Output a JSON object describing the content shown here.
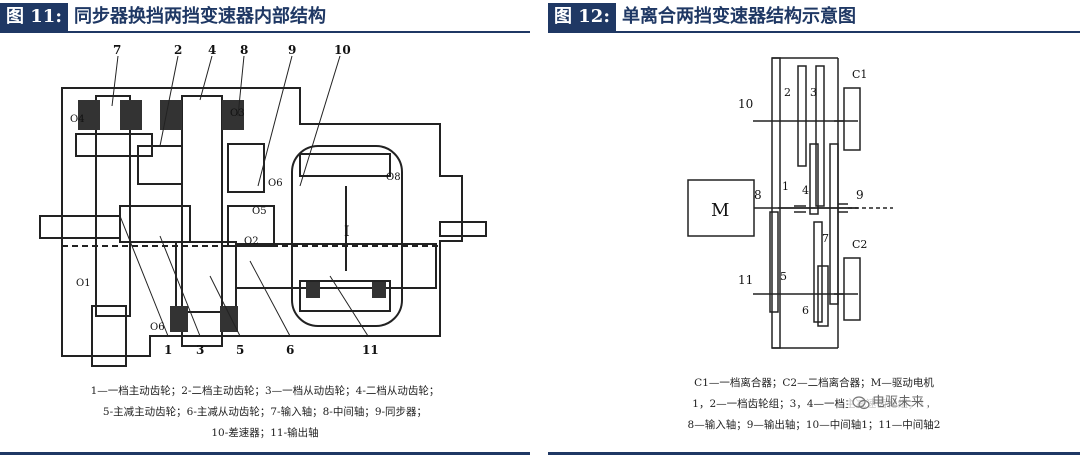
{
  "left_figure": {
    "tag": "图 11:",
    "title": "同步器换挡两挡变速器内部结构",
    "callouts": {
      "top": [
        "7",
        "2",
        "4",
        "8",
        "9",
        "10"
      ],
      "bottom": [
        "1",
        "3",
        "5",
        "6",
        "11"
      ],
      "bearings": [
        "O4",
        "O3",
        "O6",
        "O5",
        "O2",
        "O1",
        "O6",
        "O8"
      ],
      "center": "I"
    },
    "caption": [
      "1—一档主动齿轮；2-二档主动齿轮；3—一档从动齿轮；4-二档从动齿轮；",
      "5-主减主动齿轮；6-主减从动齿轮；7-输入轴；8-中间轴；9-同步器；",
      "10-差速器；11-输出轴"
    ]
  },
  "right_figure": {
    "tag": "图 12:",
    "title": "单离合两挡变速器结构示意图",
    "motor_label": "M",
    "numbers": [
      "10",
      "11",
      "8",
      "9",
      "1",
      "2",
      "3",
      "4",
      "5",
      "6",
      "7"
    ],
    "clutches": [
      "C1",
      "C2"
    ],
    "caption": [
      "C1—一档离合器；C2—二档离合器；M—驱动电机",
      "1，2—一档齿轮组；3，4—一档主减速齿轮组；1，",
      "8—输入轴；9—输出轴；10—中间轴1；11—中间轴2"
    ],
    "watermark_text": "电驱未来"
  },
  "colors": {
    "brand": "#1f3864",
    "line": "#222222"
  }
}
